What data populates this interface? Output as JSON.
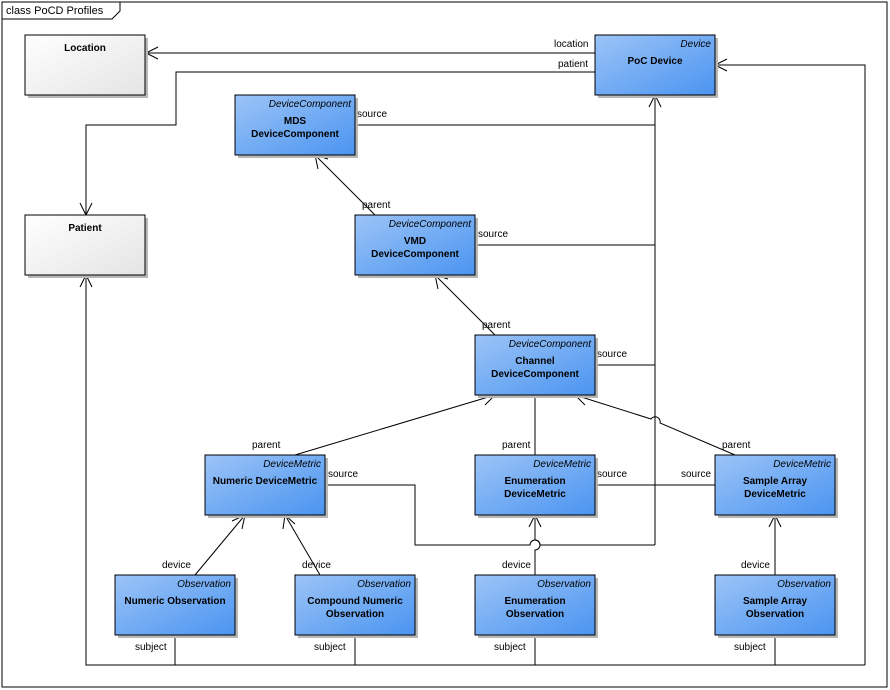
{
  "frame": {
    "title": "class PoCD Profiles"
  },
  "colors": {
    "class_fill_top": "#9cc4f7",
    "class_fill_bottom": "#4a94f0",
    "class_border": "#000000",
    "plain_fill_top": "#ffffff",
    "plain_fill_bottom": "#e4e4e4",
    "shadow": "#b8b8b8"
  },
  "classes": {
    "location": {
      "stereotype": "",
      "lines": [
        "Location"
      ]
    },
    "patient": {
      "stereotype": "",
      "lines": [
        "Patient"
      ]
    },
    "poc_device": {
      "stereotype": "Device",
      "lines": [
        "PoC Device"
      ]
    },
    "mds": {
      "stereotype": "DeviceComponent",
      "lines": [
        "MDS",
        "DeviceComponent"
      ]
    },
    "vmd": {
      "stereotype": "DeviceComponent",
      "lines": [
        "VMD",
        "DeviceComponent"
      ]
    },
    "channel": {
      "stereotype": "DeviceComponent",
      "lines": [
        "Channel",
        "DeviceComponent"
      ]
    },
    "numeric_metric": {
      "stereotype": "DeviceMetric",
      "lines": [
        "Numeric DeviceMetric"
      ]
    },
    "enum_metric": {
      "stereotype": "DeviceMetric",
      "lines": [
        "Enumeration",
        "DeviceMetric"
      ]
    },
    "sample_metric": {
      "stereotype": "DeviceMetric",
      "lines": [
        "Sample Array",
        "DeviceMetric"
      ]
    },
    "numeric_obs": {
      "stereotype": "Observation",
      "lines": [
        "Numeric Observation"
      ]
    },
    "compound_obs": {
      "stereotype": "Observation",
      "lines": [
        "Compound Numeric",
        "Observation"
      ]
    },
    "enum_obs": {
      "stereotype": "Observation",
      "lines": [
        "Enumeration",
        "Observation"
      ]
    },
    "sample_obs": {
      "stereotype": "Observation",
      "lines": [
        "Sample Array",
        "Observation"
      ]
    }
  },
  "roles": {
    "location": "location",
    "patient": "patient",
    "source": "source",
    "parent": "parent",
    "device": "device",
    "subject": "subject"
  }
}
